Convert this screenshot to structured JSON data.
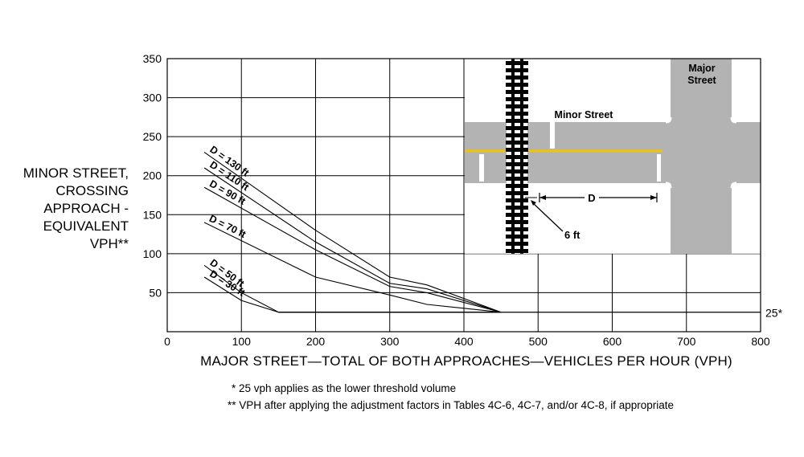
{
  "chart_data": {
    "type": "line",
    "ylabel": "MINOR STREET,\nCROSSING\nAPPROACH -\nEQUIVALENT\nVPH**",
    "xlabel": "MAJOR STREET—TOTAL OF BOTH APPROACHES—VEHICLES PER HOUR (VPH)",
    "xlim": [
      0,
      800
    ],
    "ylim": [
      0,
      350
    ],
    "xticks": [
      0,
      100,
      200,
      300,
      400,
      500,
      600,
      700,
      800
    ],
    "yticks": [
      50,
      100,
      150,
      200,
      250,
      300,
      350
    ],
    "grid": true,
    "threshold": {
      "value": 25,
      "label": "25*"
    },
    "series": [
      {
        "name": "D = 130 ft",
        "points": [
          [
            50,
            230
          ],
          [
            200,
            130
          ],
          [
            300,
            70
          ],
          [
            350,
            60
          ],
          [
            450,
            25
          ]
        ]
      },
      {
        "name": "D = 110 ft",
        "points": [
          [
            50,
            210
          ],
          [
            200,
            115
          ],
          [
            300,
            62
          ],
          [
            350,
            55
          ],
          [
            450,
            25
          ]
        ]
      },
      {
        "name": "D = 90 ft",
        "points": [
          [
            50,
            185
          ],
          [
            200,
            105
          ],
          [
            300,
            58
          ],
          [
            350,
            50
          ],
          [
            450,
            25
          ]
        ]
      },
      {
        "name": "D = 70 ft",
        "points": [
          [
            50,
            140
          ],
          [
            200,
            70
          ],
          [
            300,
            47
          ],
          [
            350,
            35
          ],
          [
            450,
            25
          ]
        ]
      },
      {
        "name": "D = 50 ft",
        "points": [
          [
            50,
            85
          ],
          [
            100,
            50
          ],
          [
            150,
            25
          ],
          [
            450,
            25
          ]
        ]
      },
      {
        "name": "D = 30 ft",
        "points": [
          [
            50,
            70
          ],
          [
            100,
            40
          ],
          [
            150,
            25
          ],
          [
            450,
            25
          ]
        ]
      }
    ],
    "inset": {
      "major_street": "Major\nStreet",
      "minor_street": "Minor Street",
      "distance_label": "D",
      "offset_label": "6 ft"
    }
  },
  "footnotes": {
    "note1": "*  25 vph applies as the lower threshold volume",
    "note2": "**  VPH after applying the adjustment factors in Tables 4C-6, 4C-7, and/or 4C-8, if appropriate"
  }
}
